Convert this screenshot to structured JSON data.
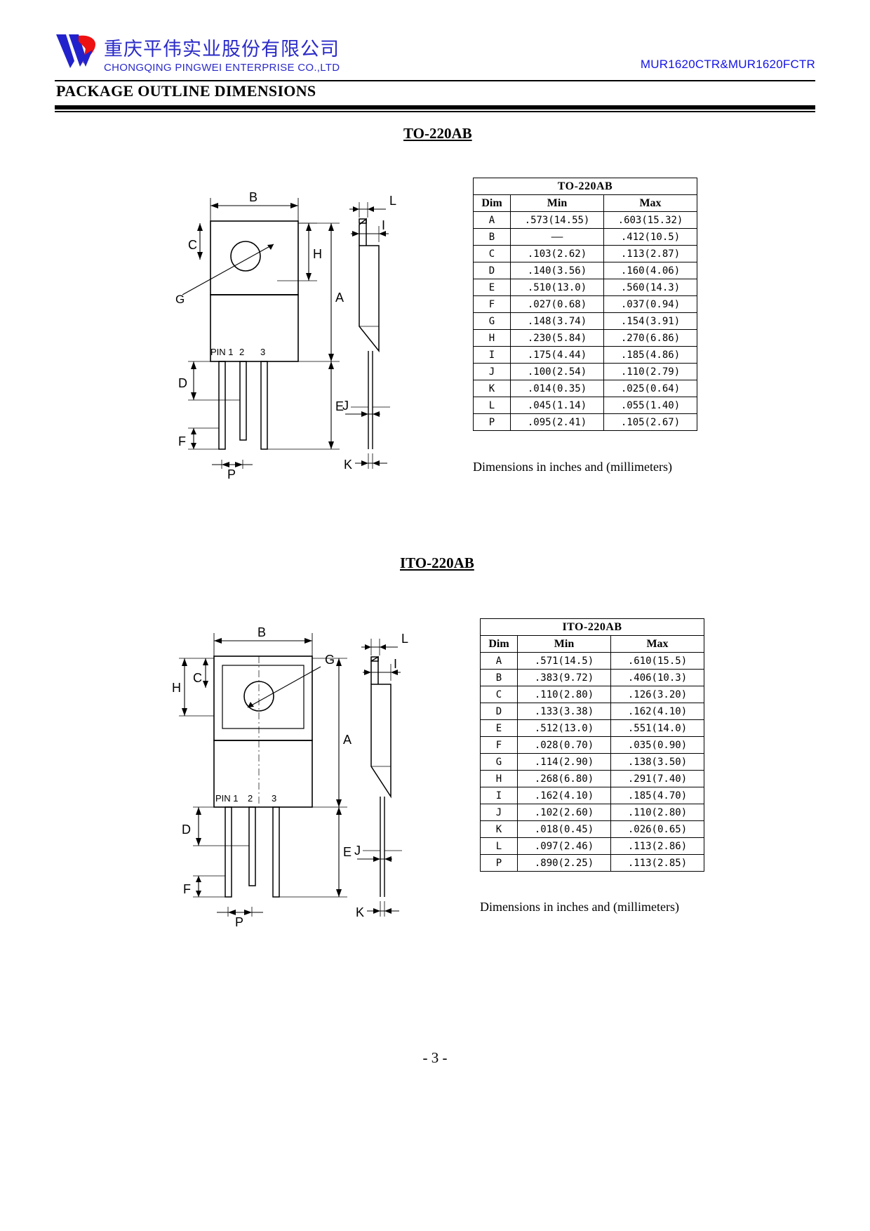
{
  "header": {
    "company_cn": "重庆平伟实业股份有限公司",
    "company_en": "CHONGQING PINGWEI ENTERPRISE CO.,LTD",
    "part_numbers": "MUR1620CTR&MUR1620FCTR",
    "page_title": "PACKAGE OUTLINE DIMENSIONS",
    "logo_colors": {
      "blue": "#2222cc",
      "red": "#ee1111"
    },
    "text_color": "#2b2bc8",
    "part_color": "#1414e6"
  },
  "sections": [
    {
      "heading": "TO-220AB",
      "caption": "Dimensions in inches and (millimeters)",
      "table": {
        "title": "TO-220AB",
        "columns": [
          "Dim",
          "Min",
          "Max"
        ],
        "rows": [
          [
            "A",
            ".573(14.55)",
            ".603(15.32)"
          ],
          [
            "B",
            "——",
            ".412(10.5)"
          ],
          [
            "C",
            ".103(2.62)",
            ".113(2.87)"
          ],
          [
            "D",
            ".140(3.56)",
            ".160(4.06)"
          ],
          [
            "E",
            ".510(13.0)",
            ".560(14.3)"
          ],
          [
            "F",
            ".027(0.68)",
            ".037(0.94)"
          ],
          [
            "G",
            ".148(3.74)",
            ".154(3.91)"
          ],
          [
            "H",
            ".230(5.84)",
            ".270(6.86)"
          ],
          [
            "I",
            ".175(4.44)",
            ".185(4.86)"
          ],
          [
            "J",
            ".100(2.54)",
            ".110(2.79)"
          ],
          [
            "K",
            ".014(0.35)",
            ".025(0.64)"
          ],
          [
            "L",
            ".045(1.14)",
            ".055(1.40)"
          ],
          [
            "P",
            ".095(2.41)",
            ".105(2.67)"
          ]
        ]
      },
      "drawing_labels": {
        "pin": "PIN 1",
        "pin2": "2",
        "pin3": "3",
        "A": "A",
        "B": "B",
        "C": "C",
        "D": "D",
        "E": "E",
        "F": "F",
        "G": "G",
        "H": "H",
        "I": "I",
        "J": "J",
        "K": "K",
        "L": "L",
        "P": "P"
      }
    },
    {
      "heading": "ITO-220AB",
      "caption": "Dimensions in inches and (millimeters)",
      "table": {
        "title": "ITO-220AB",
        "columns": [
          "Dim",
          "Min",
          "Max"
        ],
        "rows": [
          [
            "A",
            ".571(14.5)",
            ".610(15.5)"
          ],
          [
            "B",
            ".383(9.72)",
            ".406(10.3)"
          ],
          [
            "C",
            ".110(2.80)",
            ".126(3.20)"
          ],
          [
            "D",
            ".133(3.38)",
            ".162(4.10)"
          ],
          [
            "E",
            ".512(13.0)",
            ".551(14.0)"
          ],
          [
            "F",
            ".028(0.70)",
            ".035(0.90)"
          ],
          [
            "G",
            ".114(2.90)",
            ".138(3.50)"
          ],
          [
            "H",
            ".268(6.80)",
            ".291(7.40)"
          ],
          [
            "I",
            ".162(4.10)",
            ".185(4.70)"
          ],
          [
            "J",
            ".102(2.60)",
            ".110(2.80)"
          ],
          [
            "K",
            ".018(0.45)",
            ".026(0.65)"
          ],
          [
            "L",
            ".097(2.46)",
            ".113(2.86)"
          ],
          [
            "P",
            ".890(2.25)",
            ".113(2.85)"
          ]
        ]
      },
      "drawing_labels": {
        "pin": "PIN 1",
        "pin2": "2",
        "pin3": "3",
        "A": "A",
        "B": "B",
        "C": "C",
        "D": "D",
        "E": "E",
        "F": "F",
        "G": "G",
        "H": "H",
        "I": "I",
        "J": "J",
        "K": "K",
        "L": "L",
        "P": "P"
      }
    }
  ],
  "footer": {
    "page_number": "- 3 -"
  }
}
